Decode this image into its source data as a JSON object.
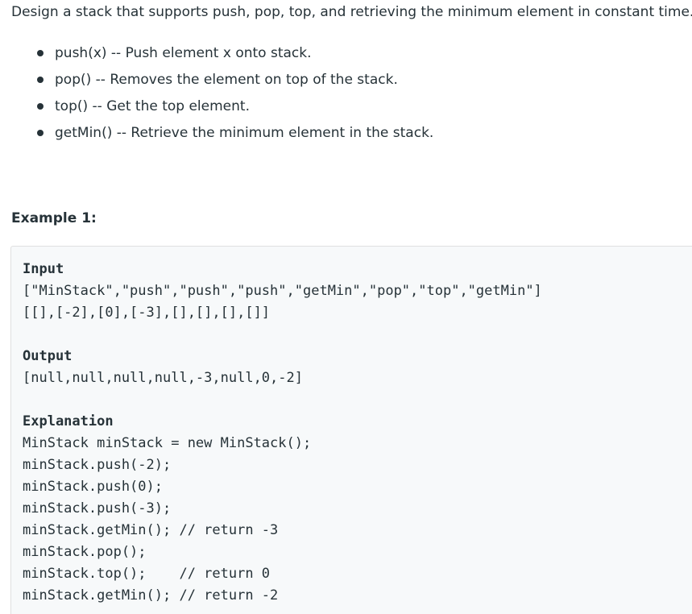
{
  "description": "Design a stack that supports push, pop, top, and retrieving the minimum element in constant time.",
  "operations": [
    "push(x) -- Push element x onto stack.",
    "pop() -- Removes the element on top of the stack.",
    "top() -- Get the top element.",
    "getMin() -- Retrieve the minimum element in the stack."
  ],
  "example": {
    "heading": "Example 1:",
    "input_label": "Input",
    "input_lines": [
      "[\"MinStack\",\"push\",\"push\",\"push\",\"getMin\",\"pop\",\"top\",\"getMin\"]",
      "[[],[-2],[0],[-3],[],[],[],[]]"
    ],
    "output_label": "Output",
    "output_line": "[null,null,null,null,-3,null,0,-2]",
    "explanation_label": "Explanation",
    "explanation_lines": [
      "MinStack minStack = new MinStack();",
      "minStack.push(-2);",
      "minStack.push(0);",
      "minStack.push(-3);",
      "minStack.getMin(); // return -3",
      "minStack.pop();",
      "minStack.top();    // return 0",
      "minStack.getMin(); // return -2"
    ]
  }
}
